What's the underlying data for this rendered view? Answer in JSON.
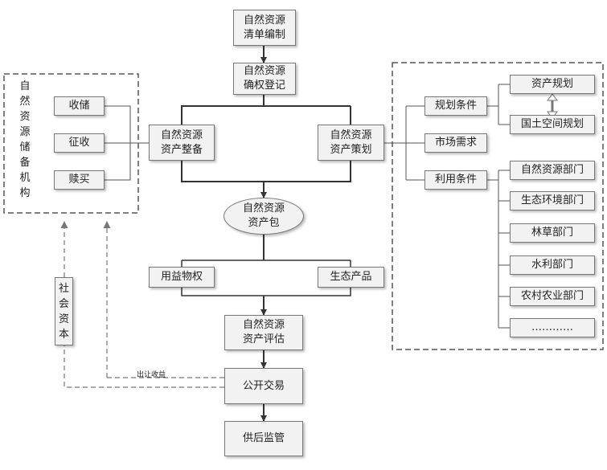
{
  "center": {
    "inventory": "自然资源\n清单编制",
    "rights_registration": "自然资源\n确权登记",
    "asset_prep": "自然资源\n资产整备",
    "asset_plan": "自然资源\n资产策划",
    "asset_package": "自然资源\n资产包",
    "usufruct": "用益物权",
    "eco_product": "生态产品",
    "asset_eval": "自然资源\n资产评估",
    "public_trade": "公开交易",
    "post_supervision": "供后监管"
  },
  "reserve": {
    "title": "自\n然\n资\n源\n储\n备\n机\n构",
    "items": [
      "收储",
      "征收",
      "赎买"
    ]
  },
  "right_group": {
    "planning_conditions": "规划条件",
    "market_demand": "市场需求",
    "use_conditions": "利用条件",
    "planning_items": [
      "资产规划",
      "国土空间规划"
    ],
    "departments": [
      "自然资源部门",
      "生态环境部门",
      "林草部门",
      "水利部门",
      "农村农业部门",
      "…………"
    ]
  },
  "social_capital": "社\n会\n资\n本",
  "transfer_income_label": "出让收益"
}
